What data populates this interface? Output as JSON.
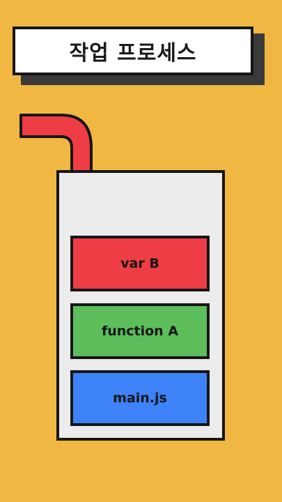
{
  "title": "작업 프로세스",
  "stack": {
    "frames": [
      {
        "label": "var B",
        "color": "#ee3d45"
      },
      {
        "label": "function A",
        "color": "#5dbd5b"
      },
      {
        "label": "main.js",
        "color": "#3d82f7"
      }
    ]
  }
}
